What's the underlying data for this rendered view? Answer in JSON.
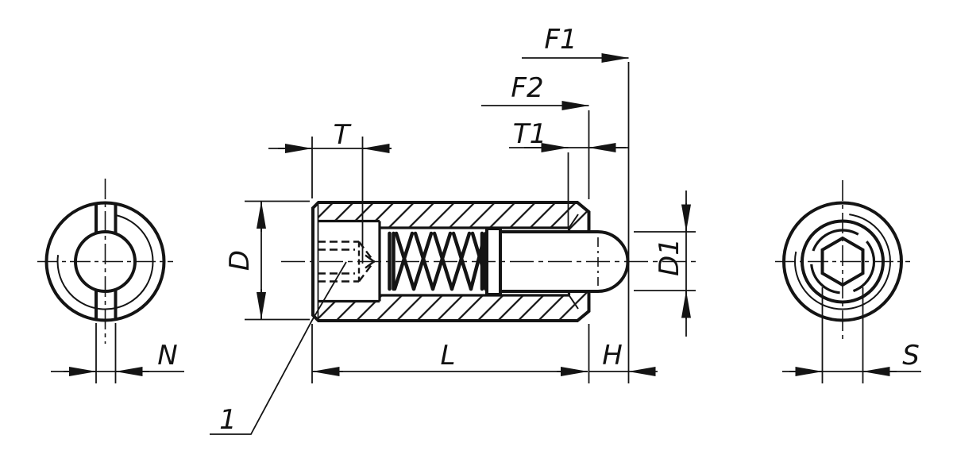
{
  "drawing": {
    "background": "#ffffff",
    "ink": "#141414",
    "labels": {
      "t": "T",
      "d": "D",
      "f1": "F1",
      "f2": "F2",
      "t1": "T1",
      "d1": "D1",
      "l": "L",
      "h": "H",
      "n": "N",
      "s": "S",
      "item1": "1"
    }
  }
}
